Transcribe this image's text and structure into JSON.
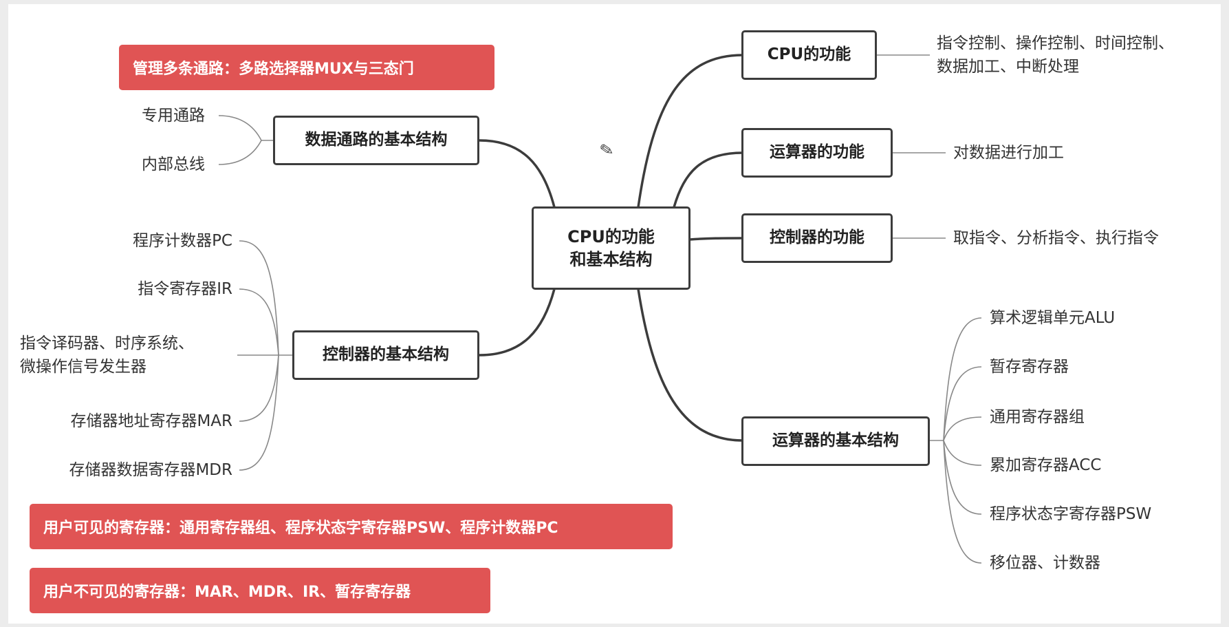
{
  "banners": {
    "mux": "管理多条通路：多路选择器MUX与三态门",
    "visible_regs": "用户可见的寄存器：通用寄存器组、程序状态字寄存器PSW、程序计数器PC",
    "invisible_regs": "用户不可见的寄存器：MAR、MDR、IR、暂存寄存器"
  },
  "root": {
    "line1": "CPU的功能",
    "line2": "和基本结构"
  },
  "branches": {
    "cpu_function": {
      "label": "CPU的功能",
      "detail_line1": "指令控制、操作控制、时间控制、",
      "detail_line2": "数据加工、中断处理"
    },
    "alu_function": {
      "label": "运算器的功能",
      "detail": "对数据进行加工"
    },
    "cu_function": {
      "label": "控制器的功能",
      "detail": "取指令、分析指令、执行指令"
    },
    "alu_structure": {
      "label": "运算器的基本结构",
      "children": [
        "算术逻辑单元ALU",
        "暂存寄存器",
        "通用寄存器组",
        "累加寄存器ACC",
        "程序状态字寄存器PSW",
        "移位器、计数器"
      ]
    },
    "datapath_structure": {
      "label": "数据通路的基本结构",
      "children": [
        "专用通路",
        "内部总线"
      ]
    },
    "cu_structure": {
      "label": "控制器的基本结构",
      "children": [
        "程序计数器PC",
        "指令寄存器IR",
        "指令译码器、时序系统、",
        "微操作信号发生器",
        "存储器地址寄存器MAR",
        "存储器数据寄存器MDR"
      ]
    }
  },
  "icons": {
    "cursor": "pencil-cursor-icon"
  },
  "colors": {
    "banner": "#e05454",
    "border": "#3c3c3c",
    "line": "#888888"
  }
}
